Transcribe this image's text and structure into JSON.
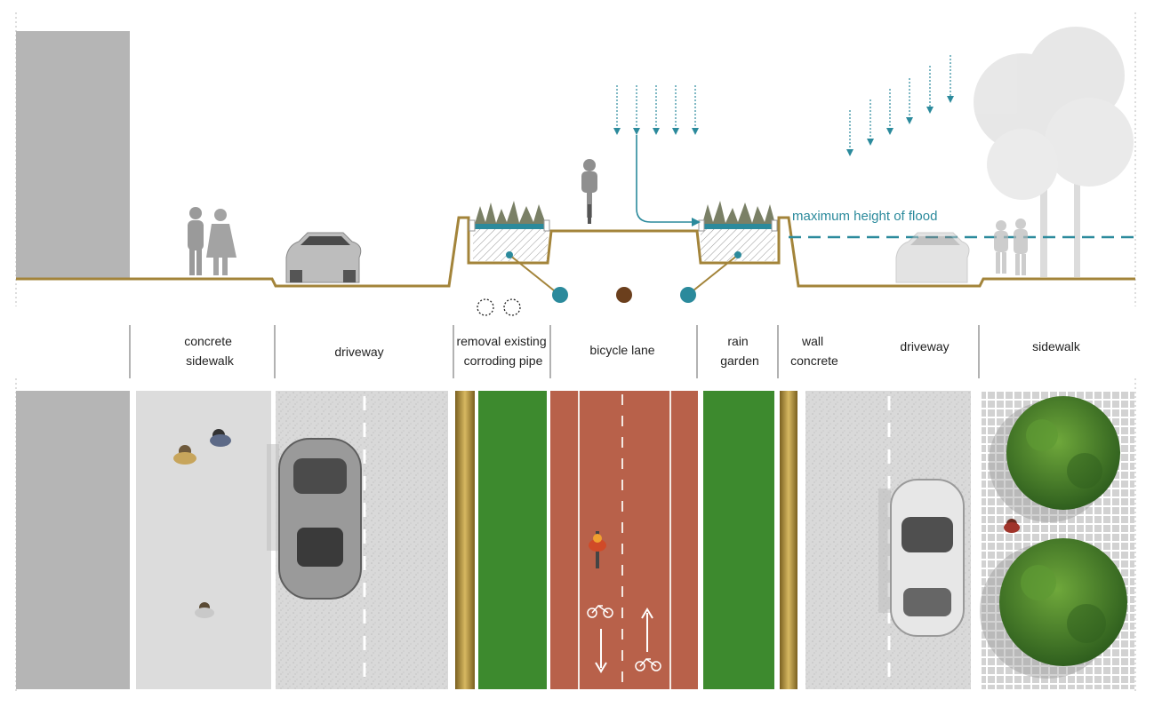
{
  "flood": {
    "label": "maximum height of flood"
  },
  "zones": [
    {
      "id": "concrete-sidewalk",
      "lines": [
        "concrete",
        "sidewalk"
      ]
    },
    {
      "id": "driveway-left",
      "lines": [
        "driveway"
      ]
    },
    {
      "id": "pipe-removal",
      "lines": [
        "removal existing",
        "corroding pipe"
      ]
    },
    {
      "id": "bicycle-lane",
      "lines": [
        "bicycle lane"
      ]
    },
    {
      "id": "rain-garden",
      "lines": [
        "rain",
        "garden"
      ]
    },
    {
      "id": "wall-concrete",
      "lines": [
        "wall",
        "concrete"
      ]
    },
    {
      "id": "driveway-right",
      "lines": [
        "driveway"
      ]
    },
    {
      "id": "sidewalk-right",
      "lines": [
        "sidewalk"
      ]
    }
  ],
  "colors": {
    "ground_line": "#a3843a",
    "water": "#2b8a9c",
    "building": "#b5b5b5",
    "grass": "#3d8a2e",
    "bike_lane": "#b8614a",
    "pavement": "#d7d7d7",
    "sidewalk": "#dcdcdc",
    "tree": "#3f7a2a",
    "pipe_brown": "#6b3f1d"
  },
  "icons": [
    "pedestrian-icon",
    "car-icon",
    "cyclist-icon",
    "tree-icon",
    "rain-arrow-icon",
    "pipe-icon",
    "bike-symbol-icon"
  ]
}
